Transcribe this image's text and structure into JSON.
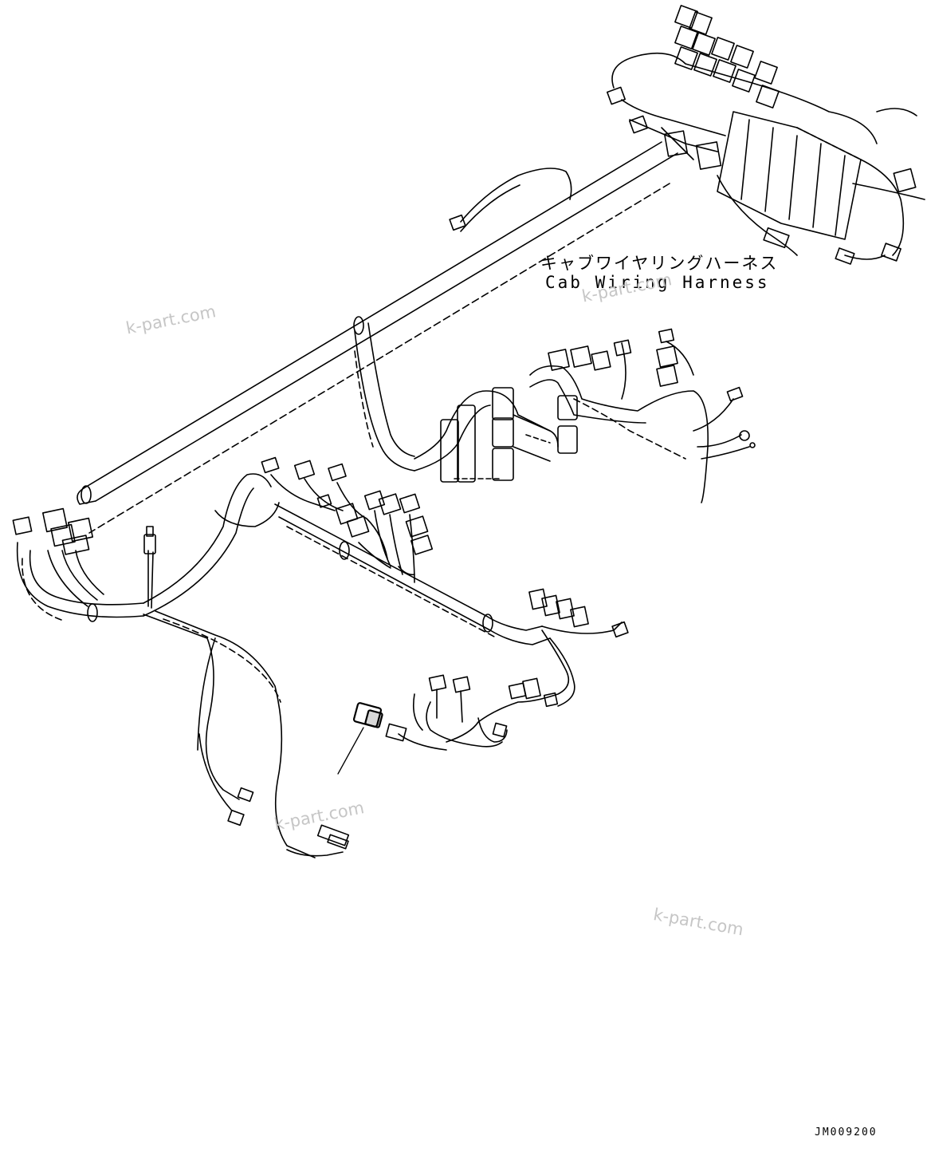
{
  "labels": {
    "title_jp": "キャブワイヤリングハーネス",
    "title_en": "Cab Wiring Harness",
    "drawing_code": "JM009200"
  },
  "watermarks": [
    "k-part.com",
    "k-part.com",
    "k-part.com",
    "k-part.com"
  ],
  "colors": {
    "line": "#000000",
    "watermark": "#c6c6c6",
    "background": "#ffffff"
  }
}
